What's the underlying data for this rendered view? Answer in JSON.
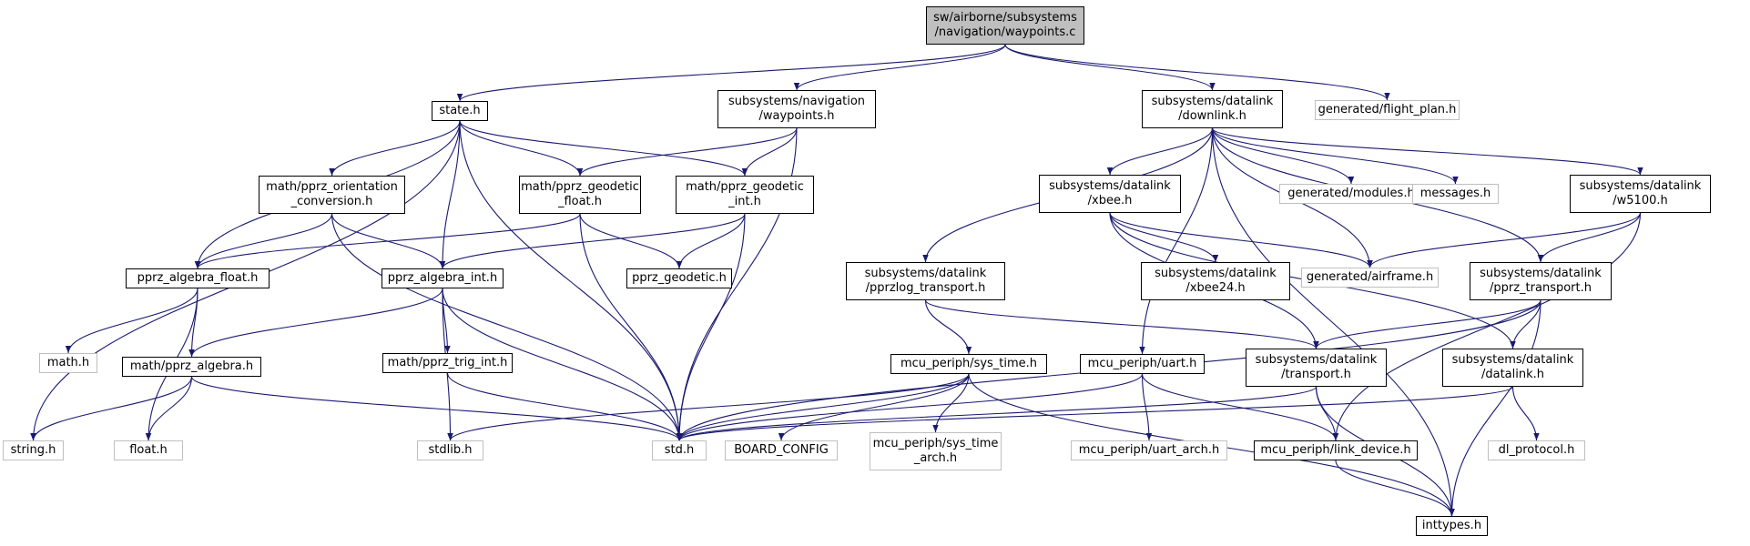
{
  "graph_title": "",
  "colors": {
    "edge": "#191970",
    "node_border": "#000000",
    "external_border": "#bfbfbf",
    "root_fill": "#bfbfbf"
  },
  "nodes": [
    {
      "id": "waypoints_c",
      "lines": [
        "sw/airborne/subsystems",
        "/navigation/waypoints.c"
      ],
      "kind": "root"
    },
    {
      "id": "state_h",
      "lines": [
        "state.h"
      ],
      "kind": "normal"
    },
    {
      "id": "nav_waypoints_h",
      "lines": [
        "subsystems/navigation",
        "/waypoints.h"
      ],
      "kind": "normal"
    },
    {
      "id": "downlink_h",
      "lines": [
        "subsystems/datalink",
        "/downlink.h"
      ],
      "kind": "normal"
    },
    {
      "id": "flight_plan_h",
      "lines": [
        "generated/flight_plan.h"
      ],
      "kind": "external"
    },
    {
      "id": "orientation_h",
      "lines": [
        "math/pprz_orientation",
        "_conversion.h"
      ],
      "kind": "normal"
    },
    {
      "id": "geodetic_float_h",
      "lines": [
        "math/pprz_geodetic",
        "_float.h"
      ],
      "kind": "normal"
    },
    {
      "id": "geodetic_int_h",
      "lines": [
        "math/pprz_geodetic",
        "_int.h"
      ],
      "kind": "normal"
    },
    {
      "id": "algebra_float_h",
      "lines": [
        "pprz_algebra_float.h"
      ],
      "kind": "normal"
    },
    {
      "id": "algebra_int_h",
      "lines": [
        "pprz_algebra_int.h"
      ],
      "kind": "normal"
    },
    {
      "id": "pprz_geodetic_h",
      "lines": [
        "pprz_geodetic.h"
      ],
      "kind": "normal"
    },
    {
      "id": "math_h",
      "lines": [
        "math.h"
      ],
      "kind": "external"
    },
    {
      "id": "math_algebra_h",
      "lines": [
        "math/pprz_algebra.h"
      ],
      "kind": "normal"
    },
    {
      "id": "trig_int_h",
      "lines": [
        "math/pprz_trig_int.h"
      ],
      "kind": "normal"
    },
    {
      "id": "string_h",
      "lines": [
        "string.h"
      ],
      "kind": "external"
    },
    {
      "id": "float_h",
      "lines": [
        "float.h"
      ],
      "kind": "external"
    },
    {
      "id": "stdlib_h",
      "lines": [
        "stdlib.h"
      ],
      "kind": "external"
    },
    {
      "id": "std_h",
      "lines": [
        "std.h"
      ],
      "kind": "external"
    },
    {
      "id": "pprzlog_h",
      "lines": [
        "subsystems/datalink",
        "/pprzlog_transport.h"
      ],
      "kind": "normal"
    },
    {
      "id": "xbee_h",
      "lines": [
        "subsystems/datalink",
        "/xbee.h"
      ],
      "kind": "normal"
    },
    {
      "id": "modules_h",
      "lines": [
        "generated/modules.h"
      ],
      "kind": "external"
    },
    {
      "id": "messages_h",
      "lines": [
        "messages.h"
      ],
      "kind": "external"
    },
    {
      "id": "w5100_h",
      "lines": [
        "subsystems/datalink",
        "/w5100.h"
      ],
      "kind": "normal"
    },
    {
      "id": "xbee24_h",
      "lines": [
        "subsystems/datalink",
        "/xbee24.h"
      ],
      "kind": "normal"
    },
    {
      "id": "airframe_h",
      "lines": [
        "generated/airframe.h"
      ],
      "kind": "external"
    },
    {
      "id": "pprz_transport_h",
      "lines": [
        "subsystems/datalink",
        "/pprz_transport.h"
      ],
      "kind": "normal"
    },
    {
      "id": "sys_time_h",
      "lines": [
        "mcu_periph/sys_time.h"
      ],
      "kind": "normal"
    },
    {
      "id": "uart_h",
      "lines": [
        "mcu_periph/uart.h"
      ],
      "kind": "normal"
    },
    {
      "id": "transport_h",
      "lines": [
        "subsystems/datalink",
        "/transport.h"
      ],
      "kind": "normal"
    },
    {
      "id": "datalink_h",
      "lines": [
        "subsystems/datalink",
        "/datalink.h"
      ],
      "kind": "normal"
    },
    {
      "id": "board_config",
      "lines": [
        "BOARD_CONFIG"
      ],
      "kind": "external"
    },
    {
      "id": "sys_time_arch_h",
      "lines": [
        "mcu_periph/sys_time",
        "_arch.h"
      ],
      "kind": "external"
    },
    {
      "id": "uart_arch_h",
      "lines": [
        "mcu_periph/uart_arch.h"
      ],
      "kind": "external"
    },
    {
      "id": "link_device_h",
      "lines": [
        "mcu_periph/link_device.h"
      ],
      "kind": "normal"
    },
    {
      "id": "dl_protocol_h",
      "lines": [
        "dl_protocol.h"
      ],
      "kind": "external"
    },
    {
      "id": "inttypes_h",
      "lines": [
        "inttypes.h"
      ],
      "kind": "normal"
    }
  ],
  "edges": [
    [
      "waypoints_c",
      "state_h"
    ],
    [
      "waypoints_c",
      "nav_waypoints_h"
    ],
    [
      "waypoints_c",
      "downlink_h"
    ],
    [
      "waypoints_c",
      "flight_plan_h"
    ],
    [
      "state_h",
      "string_h"
    ],
    [
      "state_h",
      "orientation_h"
    ],
    [
      "state_h",
      "geodetic_float_h"
    ],
    [
      "state_h",
      "geodetic_int_h"
    ],
    [
      "state_h",
      "algebra_float_h"
    ],
    [
      "state_h",
      "algebra_int_h"
    ],
    [
      "state_h",
      "std_h"
    ],
    [
      "nav_waypoints_h",
      "geodetic_float_h"
    ],
    [
      "nav_waypoints_h",
      "geodetic_int_h"
    ],
    [
      "nav_waypoints_h",
      "std_h"
    ],
    [
      "orientation_h",
      "algebra_float_h"
    ],
    [
      "orientation_h",
      "algebra_int_h"
    ],
    [
      "orientation_h",
      "std_h"
    ],
    [
      "geodetic_float_h",
      "algebra_float_h"
    ],
    [
      "geodetic_float_h",
      "pprz_geodetic_h"
    ],
    [
      "geodetic_float_h",
      "std_h"
    ],
    [
      "geodetic_int_h",
      "algebra_int_h"
    ],
    [
      "geodetic_int_h",
      "pprz_geodetic_h"
    ],
    [
      "geodetic_int_h",
      "std_h"
    ],
    [
      "algebra_float_h",
      "math_h"
    ],
    [
      "algebra_float_h",
      "math_algebra_h"
    ],
    [
      "algebra_float_h",
      "float_h"
    ],
    [
      "algebra_int_h",
      "math_algebra_h"
    ],
    [
      "algebra_int_h",
      "trig_int_h"
    ],
    [
      "algebra_int_h",
      "stdlib_h"
    ],
    [
      "algebra_int_h",
      "std_h"
    ],
    [
      "math_algebra_h",
      "string_h"
    ],
    [
      "math_algebra_h",
      "float_h"
    ],
    [
      "math_algebra_h",
      "std_h"
    ],
    [
      "trig_int_h",
      "std_h"
    ],
    [
      "downlink_h",
      "pprzlog_h"
    ],
    [
      "downlink_h",
      "xbee_h"
    ],
    [
      "downlink_h",
      "modules_h"
    ],
    [
      "downlink_h",
      "messages_h"
    ],
    [
      "downlink_h",
      "w5100_h"
    ],
    [
      "downlink_h",
      "airframe_h"
    ],
    [
      "downlink_h",
      "pprz_transport_h"
    ],
    [
      "downlink_h",
      "uart_h"
    ],
    [
      "downlink_h",
      "inttypes_h"
    ],
    [
      "pprzlog_h",
      "sys_time_h"
    ],
    [
      "pprzlog_h",
      "transport_h"
    ],
    [
      "xbee_h",
      "xbee24_h"
    ],
    [
      "xbee_h",
      "airframe_h"
    ],
    [
      "xbee_h",
      "transport_h"
    ],
    [
      "xbee_h",
      "datalink_h"
    ],
    [
      "w5100_h",
      "airframe_h"
    ],
    [
      "w5100_h",
      "pprz_transport_h"
    ],
    [
      "w5100_h",
      "link_device_h"
    ],
    [
      "pprz_transport_h",
      "transport_h"
    ],
    [
      "pprz_transport_h",
      "datalink_h"
    ],
    [
      "pprz_transport_h",
      "std_h"
    ],
    [
      "pprz_transport_h",
      "inttypes_h"
    ],
    [
      "sys_time_h",
      "std_h"
    ],
    [
      "sys_time_h",
      "board_config"
    ],
    [
      "sys_time_h",
      "sys_time_arch_h"
    ],
    [
      "sys_time_h",
      "stdlib_h"
    ],
    [
      "sys_time_h",
      "inttypes_h"
    ],
    [
      "uart_h",
      "std_h"
    ],
    [
      "uart_h",
      "uart_arch_h"
    ],
    [
      "uart_h",
      "link_device_h"
    ],
    [
      "transport_h",
      "std_h"
    ],
    [
      "transport_h",
      "link_device_h"
    ],
    [
      "transport_h",
      "inttypes_h"
    ],
    [
      "datalink_h",
      "std_h"
    ],
    [
      "datalink_h",
      "dl_protocol_h"
    ],
    [
      "link_device_h",
      "inttypes_h"
    ]
  ]
}
